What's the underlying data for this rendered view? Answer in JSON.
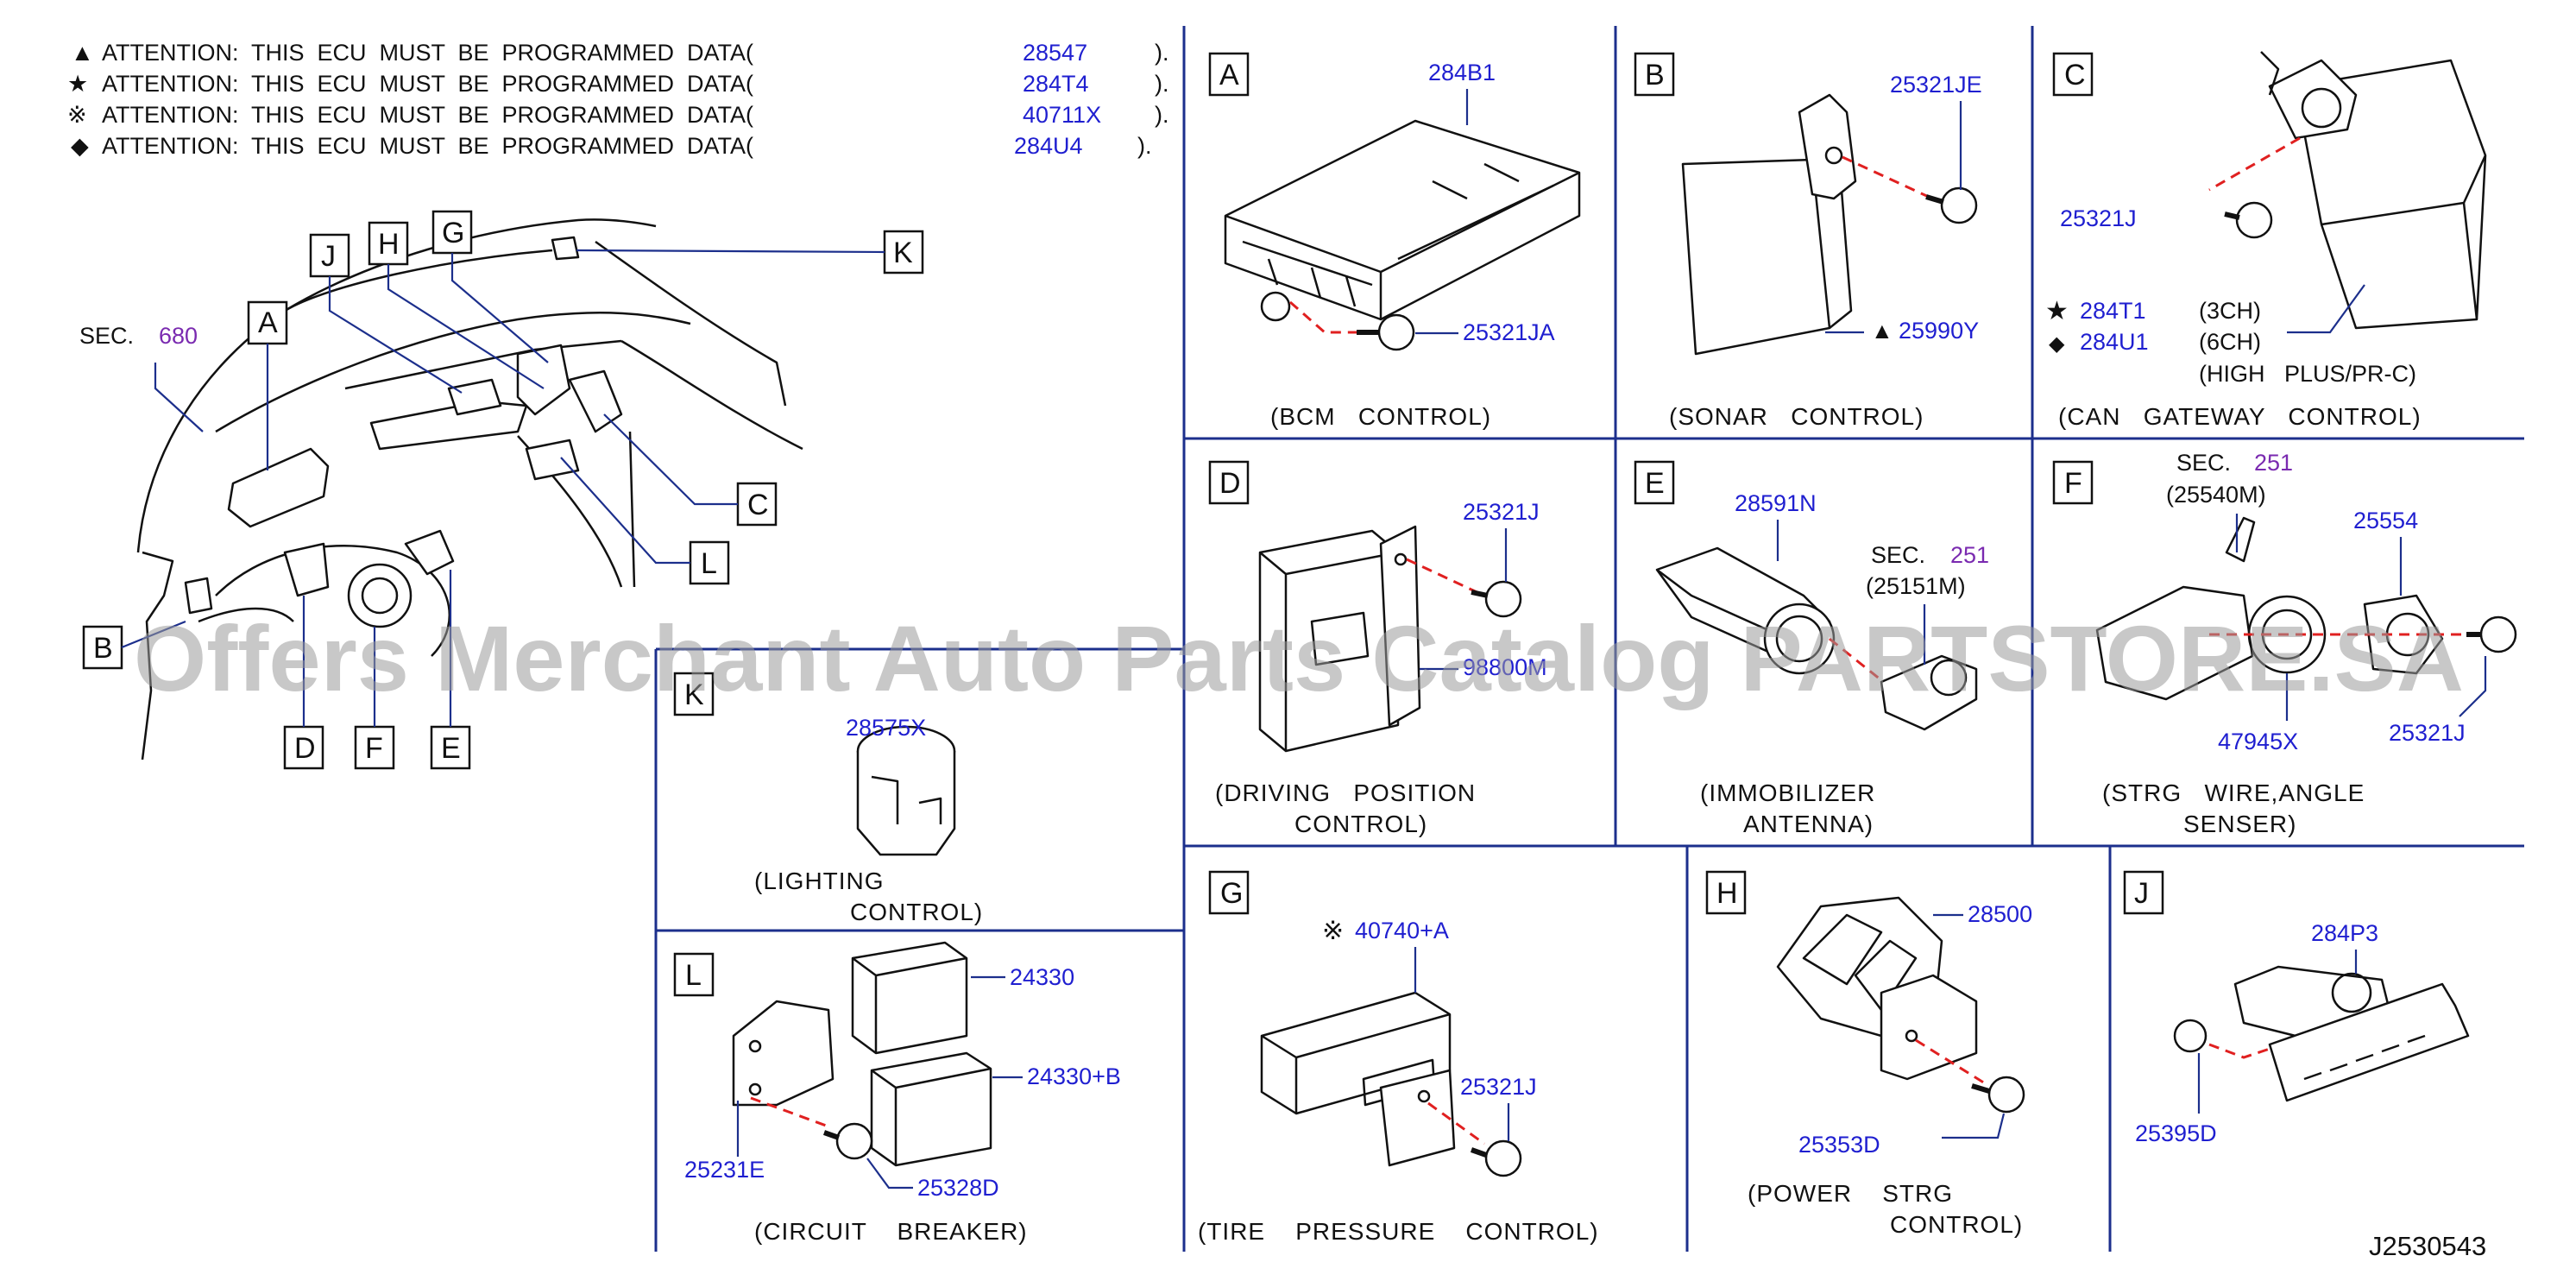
{
  "attention": [
    {
      "symbol": "▲",
      "text": "ATTENTION:  THIS  ECU  MUST  BE  PROGRAMMED  DATA(",
      "part": "28547",
      "close": ")."
    },
    {
      "symbol": "★",
      "text": "ATTENTION:  THIS  ECU  MUST  BE  PROGRAMMED  DATA(",
      "part": "284T4",
      "close": ")."
    },
    {
      "symbol": "※",
      "text": "ATTENTION:  THIS  ECU  MUST  BE  PROGRAMMED  DATA(",
      "part": "40711X",
      "close": ")."
    },
    {
      "symbol": "◆",
      "text": "ATTENTION:  THIS  ECU  MUST  BE  PROGRAMMED  DATA(",
      "part": "284U4",
      "close": ")."
    }
  ],
  "overview": {
    "sec_label": "SEC.",
    "sec_num": "680",
    "letters": [
      "A",
      "B",
      "C",
      "D",
      "E",
      "F",
      "G",
      "H",
      "J",
      "K",
      "L"
    ]
  },
  "panels": {
    "A": {
      "letter": "A",
      "parts": [
        "284B1",
        "25321JA"
      ],
      "caption": [
        "(BCM   CONTROL)"
      ]
    },
    "B": {
      "letter": "B",
      "parts": [
        "25321JE",
        "25990Y"
      ],
      "mark": "▲",
      "caption": [
        "(SONAR   CONTROL)"
      ]
    },
    "C": {
      "letter": "C",
      "parts": [
        "25321J",
        "284T1",
        "284U1"
      ],
      "marks": [
        "★",
        "◆"
      ],
      "notes": [
        "(3CH)",
        "(6CH)",
        "(HIGH   PLUS/PR-C)"
      ],
      "caption": [
        "(CAN   GATEWAY   CONTROL)"
      ]
    },
    "D": {
      "letter": "D",
      "parts": [
        "25321J",
        "98800M"
      ],
      "caption": [
        "(DRIVING   POSITION",
        "CONTROL)"
      ]
    },
    "E": {
      "letter": "E",
      "parts": [
        "28591N"
      ],
      "sec_label": "SEC.",
      "sec_num": "251",
      "sec_part": "(25151M)",
      "caption": [
        "(IMMOBILIZER",
        "ANTENNA)"
      ]
    },
    "F": {
      "letter": "F",
      "parts": [
        "25554",
        "47945X",
        "25321J"
      ],
      "sec_label": "SEC.",
      "sec_num": "251",
      "sec_part": "(25540M)",
      "caption": [
        "(STRG   WIRE,ANGLE",
        "SENSER)"
      ]
    },
    "K": {
      "letter": "K",
      "parts": [
        "28575X"
      ],
      "caption": [
        "(LIGHTING",
        "CONTROL)"
      ]
    },
    "L": {
      "letter": "L",
      "parts": [
        "24330",
        "24330+B",
        "25231E",
        "25328D"
      ],
      "caption": [
        "(CIRCUIT    BREAKER)"
      ]
    },
    "G": {
      "letter": "G",
      "parts": [
        "40740+A",
        "25321J"
      ],
      "mark": "※",
      "caption": [
        "(TIRE    PRESSURE    CONTROL)"
      ]
    },
    "H": {
      "letter": "H",
      "parts": [
        "28500",
        "25353D"
      ],
      "caption": [
        "(POWER    STRG",
        "CONTROL)"
      ]
    },
    "J": {
      "letter": "J",
      "parts": [
        "284P3",
        "25395D"
      ],
      "caption": []
    }
  },
  "diagram_id": "J2530543",
  "watermark": "Offers Merchant Auto Parts Catalog PARTSTORE.SA"
}
